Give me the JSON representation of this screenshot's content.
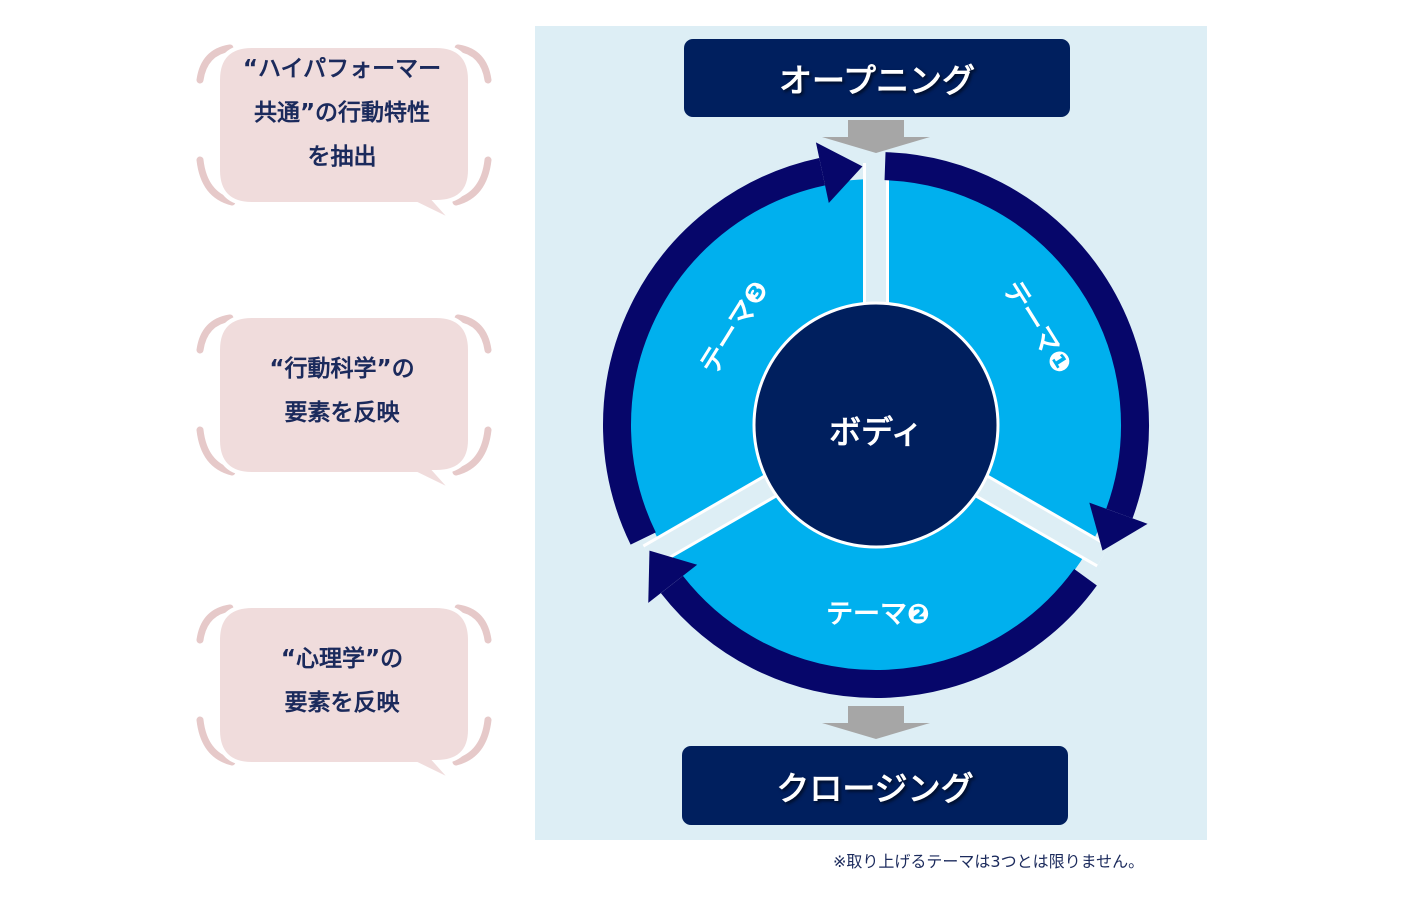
{
  "bubbles": [
    {
      "lines": [
        "“ハイパフォーマー",
        "共通”の行動特性",
        "を抽出"
      ]
    },
    {
      "lines": [
        "“行動科学”の",
        "要素を反映"
      ]
    },
    {
      "lines": [
        "“心理学”の",
        "要素を反映"
      ]
    }
  ],
  "opening": "オープニング",
  "closing": "クロージング",
  "body": "ボディ",
  "themes": [
    "テーマ❶",
    "テーマ❷",
    "テーマ❸"
  ],
  "footnote": "※取り上げるテーマは3つとは限りません。",
  "colors": {
    "navy": "#001f5e",
    "ring": "#06066a",
    "disk": "#00b0ee",
    "panel": "#ddeef5",
    "bubble": "#f0dcdc",
    "arrow": "#a6a6a6"
  }
}
